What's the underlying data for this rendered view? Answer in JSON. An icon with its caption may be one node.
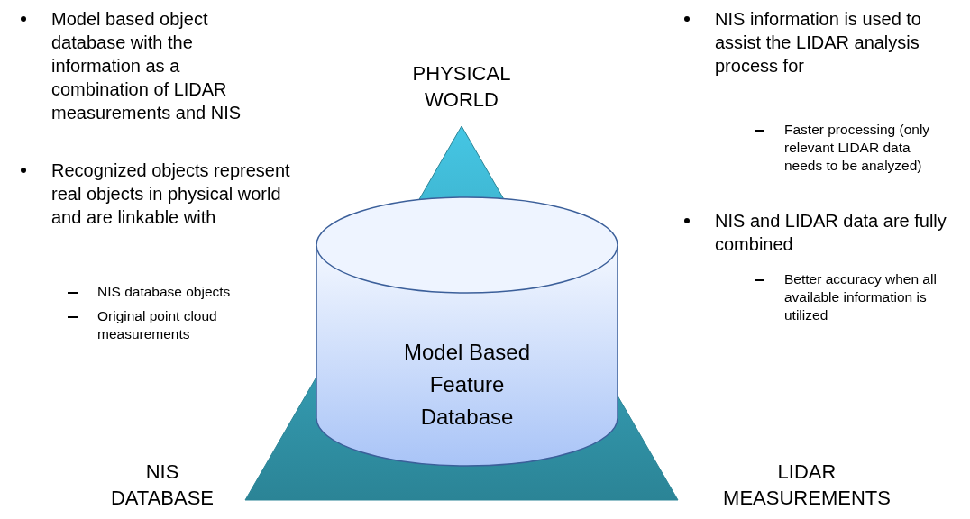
{
  "diagram": {
    "nodes": [
      {
        "text": [
          "Model Based Feature Database"
        ]
      }
    ],
    "edges": [],
    "labels": [
      "Model based object database with the information as a combination of LIDAR measurements and NIS",
      "Recognized objects represent real objects in physical world and are linkable with",
      "NIS database objects",
      "Original point cloud measurements",
      "PHYSICAL WORLD",
      "NIS information is used to assist the LIDAR analysis process for",
      "Faster processing (only relevant LIDAR data needs to be analyzed)",
      "NIS and LIDAR data are fully combined",
      "Better accuracy when all available information is utilized",
      "NIS DATABASE",
      "LIDAR MEASUREMENTS"
    ]
  }
}
